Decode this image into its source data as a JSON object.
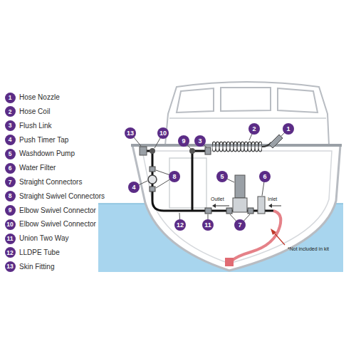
{
  "diagram": {
    "nodes": [
      {
        "text": [
          "1"
        ]
      },
      {
        "text": [
          "2"
        ]
      },
      {
        "text": [
          "3"
        ]
      },
      {
        "text": [
          "4"
        ]
      },
      {
        "text": [
          "5"
        ]
      },
      {
        "text": [
          "6"
        ]
      },
      {
        "text": [
          "7"
        ]
      },
      {
        "text": [
          "8"
        ]
      },
      {
        "text": [
          "9"
        ]
      },
      {
        "text": [
          "10"
        ]
      },
      {
        "text": [
          "11"
        ]
      },
      {
        "text": [
          "12"
        ]
      },
      {
        "text": [
          "13"
        ]
      },
      {
        "text": [
          "2"
        ]
      },
      {
        "text": [
          "1"
        ]
      },
      {
        "text": [
          "13"
        ]
      },
      {
        "text": [
          "10"
        ]
      },
      {
        "text": [
          "9"
        ]
      },
      {
        "text": [
          "3"
        ]
      },
      {
        "text": [
          "8"
        ]
      },
      {
        "text": [
          "5"
        ]
      },
      {
        "text": [
          "6"
        ]
      },
      {
        "text": [
          "4"
        ]
      },
      {
        "text": [
          "12"
        ]
      },
      {
        "text": [
          "11"
        ]
      },
      {
        "text": [
          "7"
        ]
      }
    ],
    "labels": [
      "Hose Nozzle",
      "Hose Coil",
      "Flush Link",
      "Push Timer Tap",
      "Washdown Pump",
      "Water Filter",
      "Straight Connectors",
      "Straight Swivel Connectors",
      "Elbow Swivel Connector",
      "Elbow Swivel Connector",
      "Union Two Way",
      "LLDPE Tube",
      "Skin Fitting",
      "Outlet",
      "Inlet",
      "*Not included in kit"
    ]
  }
}
